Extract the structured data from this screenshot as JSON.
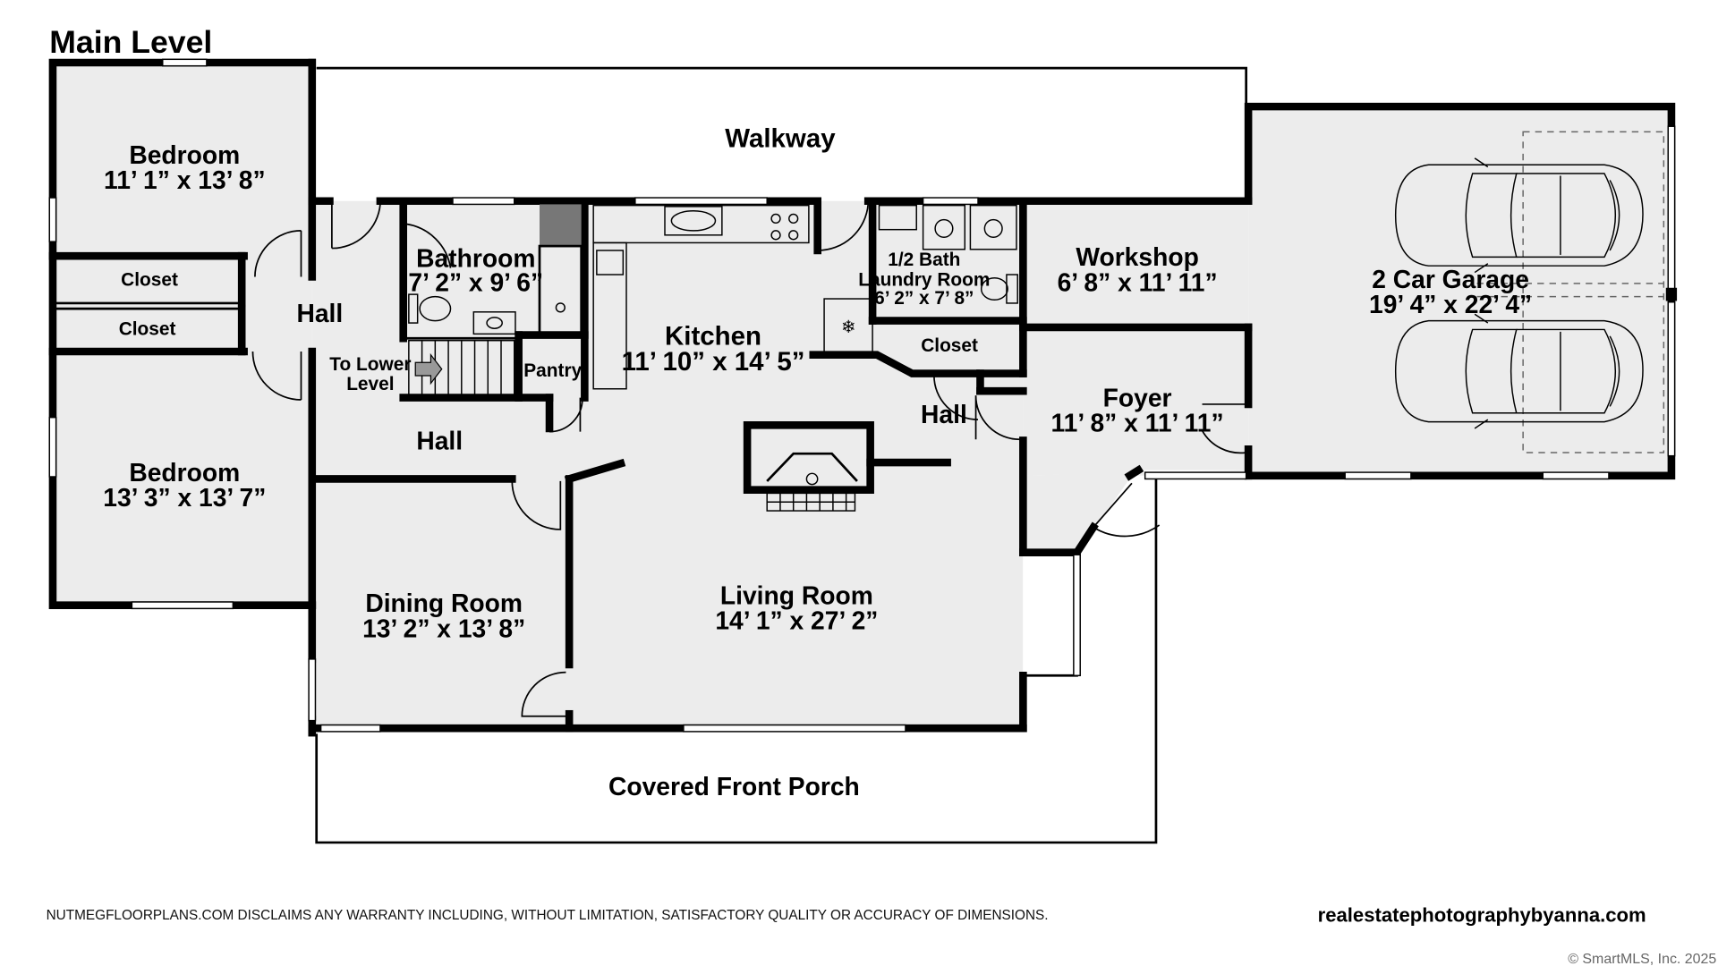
{
  "title": "Main Level",
  "rooms": {
    "bedroom_1": {
      "name": "Bedroom",
      "dims": "11’ 1” x 13’ 8”"
    },
    "bedroom_2": {
      "name": "Bedroom",
      "dims": "13’ 3” x 13’ 7”"
    },
    "closet_1": {
      "name": "Closet"
    },
    "closet_2": {
      "name": "Closet"
    },
    "closet_3": {
      "name": "Closet"
    },
    "hall_1": {
      "name": "Hall"
    },
    "hall_2": {
      "name": "Hall"
    },
    "hall_3": {
      "name": "Hall"
    },
    "walkway": {
      "name": "Walkway"
    },
    "bathroom": {
      "name": "Bathroom",
      "dims": "7’ 2” x 9’ 6”"
    },
    "to_lower": {
      "line1": "To Lower",
      "line2": "Level"
    },
    "pantry": {
      "name": "Pantry"
    },
    "kitchen": {
      "name": "Kitchen",
      "dims": "11’ 10” x 14’ 5”"
    },
    "half_bath": {
      "line1": "1/2 Bath",
      "line2": "Laundry Room",
      "dims": "6’ 2” x 7’ 8”"
    },
    "workshop": {
      "name": "Workshop",
      "dims": "6’ 8” x 11’ 11”"
    },
    "garage": {
      "name": "2 Car Garage",
      "dims": "19’ 4” x 22’ 4”"
    },
    "foyer": {
      "name": "Foyer",
      "dims": "11’ 8” x 11’ 11”"
    },
    "dining": {
      "name": "Dining Room",
      "dims": "13’ 2” x 13’ 8”"
    },
    "living": {
      "name": "Living Room",
      "dims": "14’ 1” x 27’ 2”"
    },
    "porch": {
      "name": "Covered Front Porch"
    }
  },
  "footer": {
    "disclaimer": "NUTMEGFLOORPLANS.COM DISCLAIMS ANY WARRANTY INCLUDING, WITHOUT LIMITATION, SATISFACTORY QUALITY OR ACCURACY OF DIMENSIONS.",
    "website": "realestatephotographybyanna.com",
    "copyright": "© SmartMLS, Inc. 2025"
  },
  "colors": {
    "room_fill": "#ececec",
    "wall": "#000000"
  }
}
